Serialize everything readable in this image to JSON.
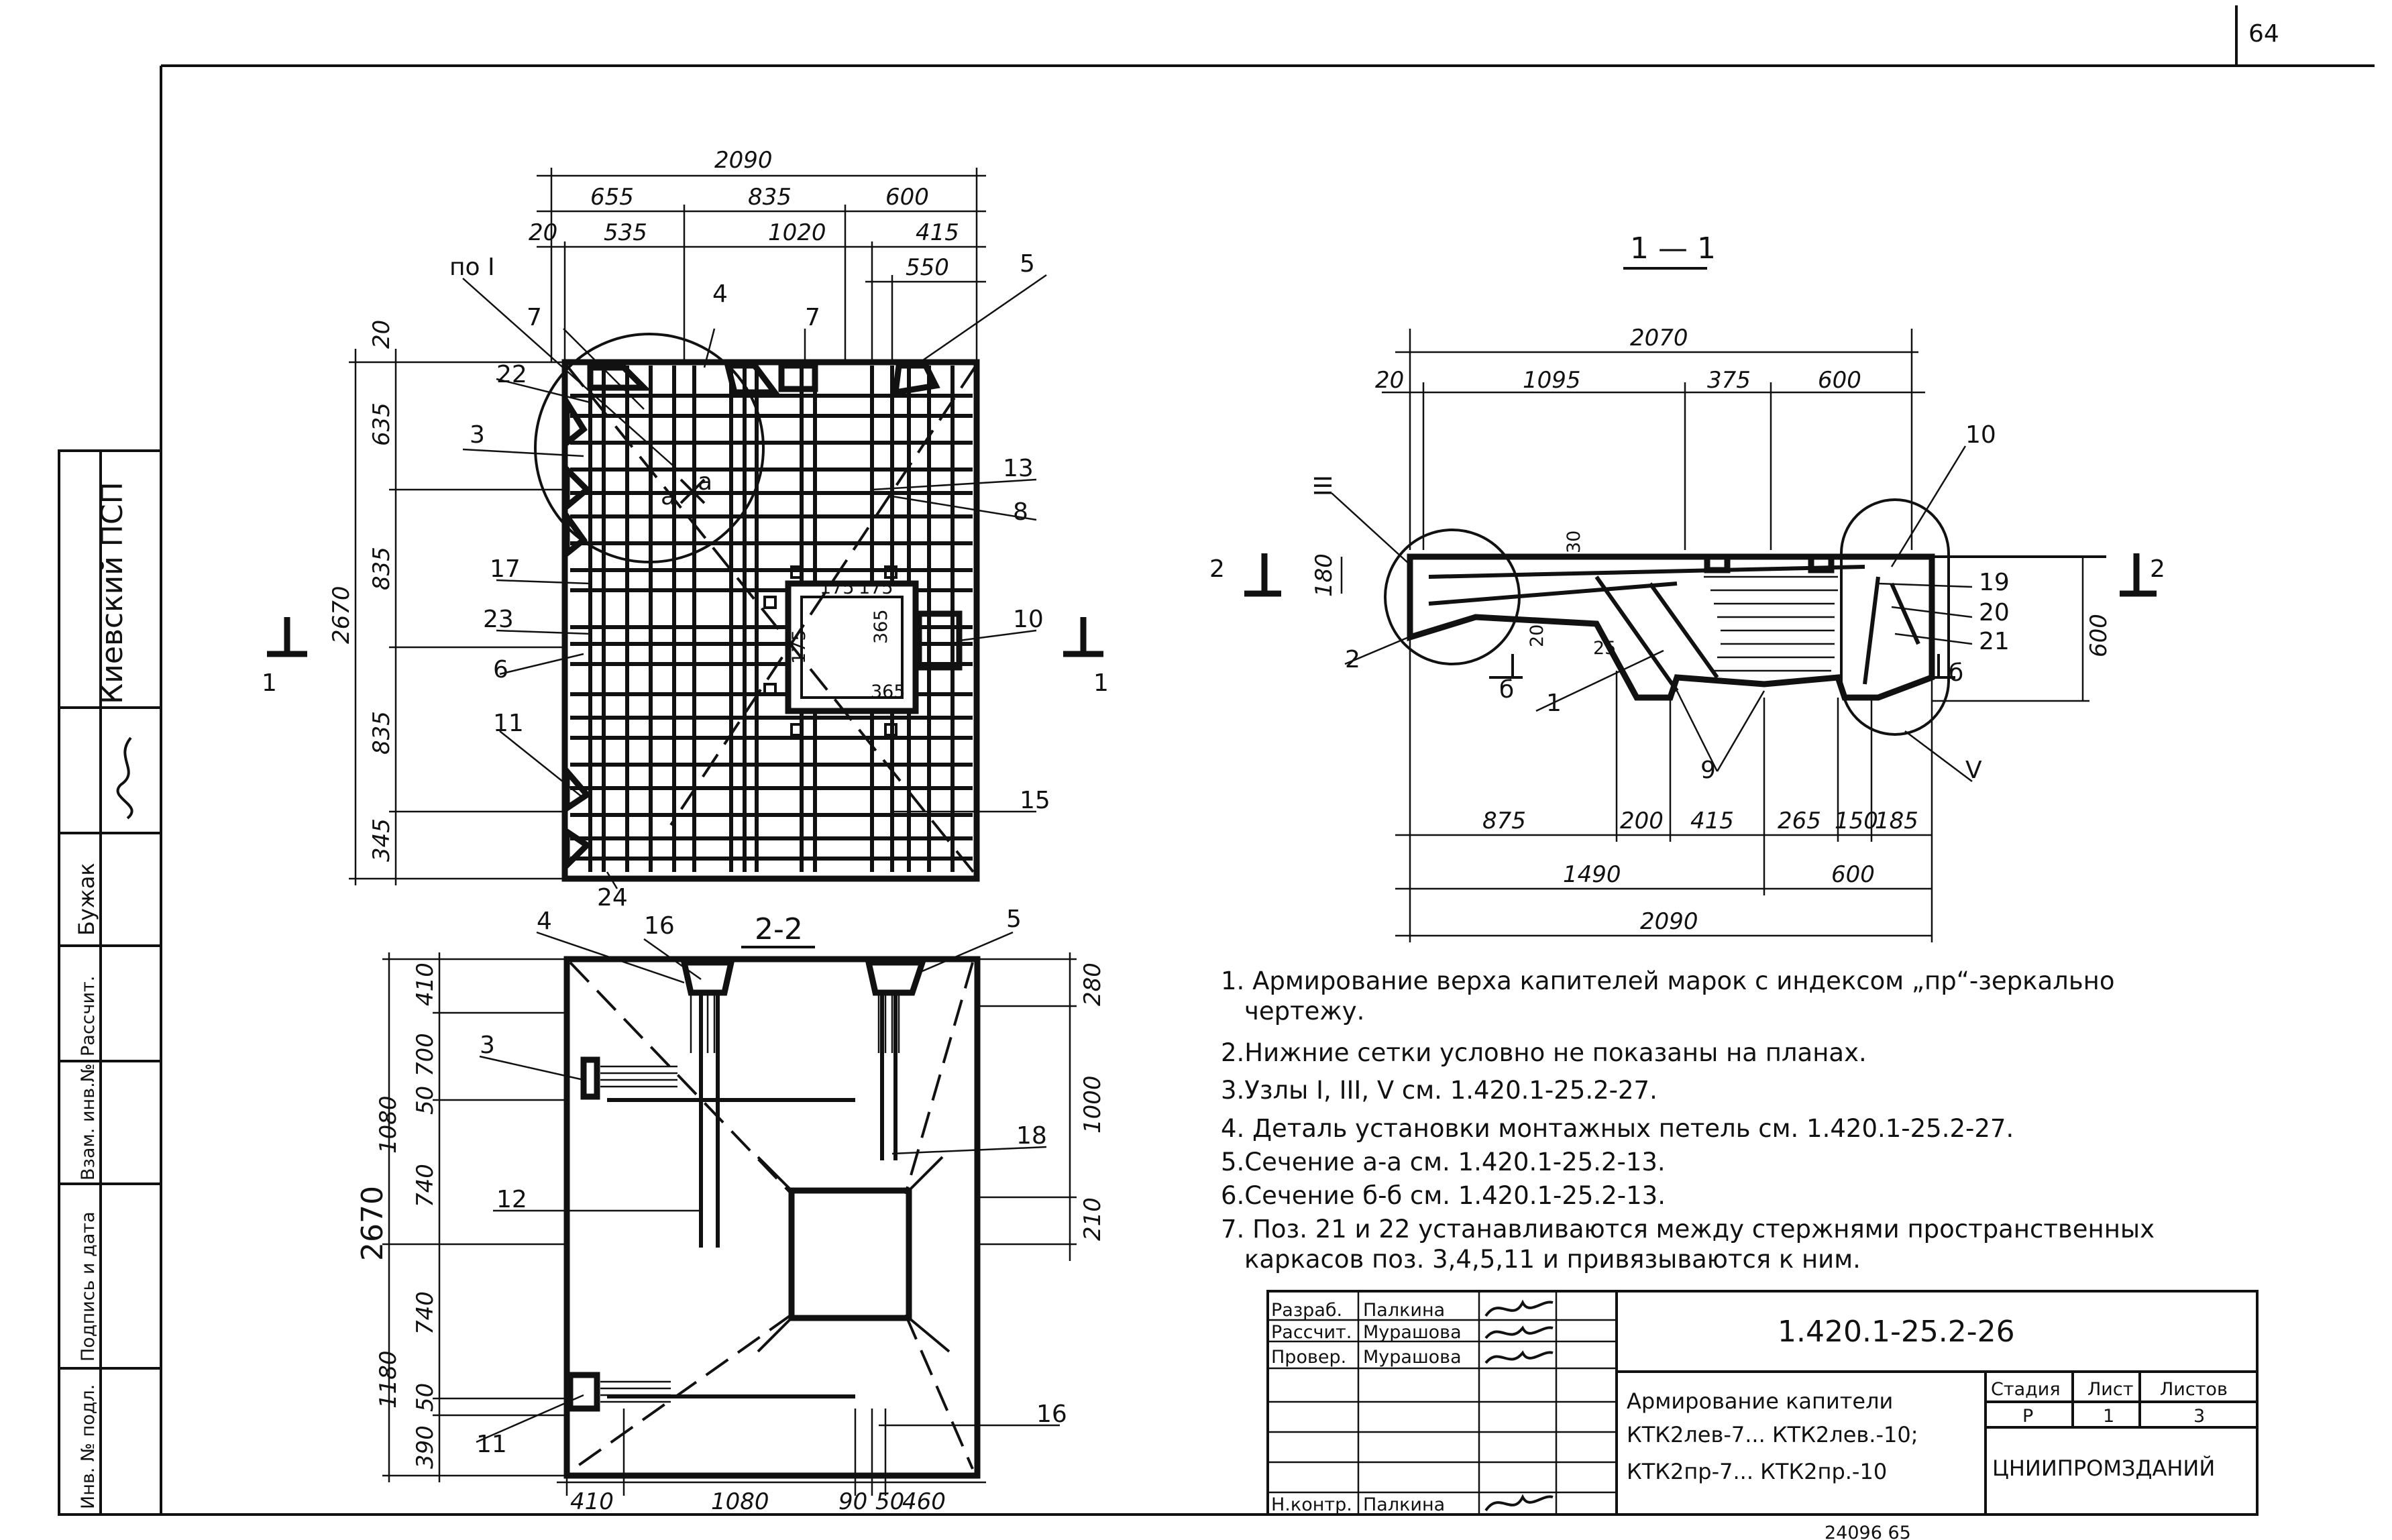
{
  "sheet": {
    "page_number": "64",
    "bottom_cut_text": "24096 65",
    "organization_side": "Киевский ПСП",
    "side_signer": "Бужак",
    "side_stamp_rows": [
      "Рассчит.",
      "Инв. № подл.",
      "Подпись и дата",
      "Взам. инв.№"
    ]
  },
  "plan": {
    "top_total": "2090",
    "top_dims_1": [
      "655",
      "835",
      "600"
    ],
    "top_dims_2": [
      "20",
      "535",
      "1020",
      "415"
    ],
    "top_dim_550": "550",
    "left_total": "2670",
    "left_dims": [
      "20",
      "635",
      "835",
      "835",
      "345"
    ],
    "section_mark": "1",
    "node_label": "по I",
    "inner_dims": [
      "175",
      "175",
      "175",
      "365",
      "365"
    ],
    "section_letters": "а",
    "positions": [
      "22",
      "7",
      "4",
      "7",
      "5",
      "3",
      "13",
      "8",
      "17",
      "23",
      "6",
      "10",
      "11",
      "15",
      "24"
    ]
  },
  "section_1_1": {
    "title": "1 — 1",
    "top_total": "2070",
    "top_dims": [
      "20",
      "1095",
      "375",
      "600"
    ],
    "height_dims": [
      "180",
      "600"
    ],
    "inner_dims": [
      "30",
      "20",
      "25"
    ],
    "bottom_dims_1": [
      "875",
      "200",
      "415",
      "265",
      "150",
      "185"
    ],
    "bottom_dims_2": [
      "1490",
      "600"
    ],
    "bottom_total": "2090",
    "section_mark": "2",
    "nodes": [
      "III",
      "V"
    ],
    "cut_letter": "б",
    "positions": [
      "10",
      "2",
      "1",
      "9",
      "19",
      "20",
      "21"
    ]
  },
  "section_2_2": {
    "title": "2-2",
    "left_total": "2670",
    "left_dims": [
      "410",
      "700",
      "50",
      "1080",
      "740",
      "740",
      "1180",
      "50",
      "390"
    ],
    "right_dims": [
      "280",
      "1000",
      "210"
    ],
    "bottom_dims": [
      "410",
      "1080",
      "90",
      "50",
      "460"
    ],
    "positions": [
      "4",
      "16",
      "5",
      "3",
      "18",
      "12",
      "11",
      "16"
    ]
  },
  "notes": [
    "1. Армирование верха капителей марок с индексом „пр“-зеркально",
    "чертежу.",
    "2.Нижние сетки условно не показаны на планах.",
    "3.Узлы I, III, V см. 1.420.1-25.2-27.",
    "4. Деталь установки монтажных петель см. 1.420.1-25.2-27.",
    "5.Сечение а-а см. 1.420.1-25.2-13.",
    "6.Сечение б-б см. 1.420.1-25.2-13.",
    "7. Поз. 21 и 22 устанавливаются между стержнями пространственных",
    "каркасов поз. 3,4,5,11 и привязываются к ним."
  ],
  "title_block": {
    "doc_code": "1.420.1-25.2-26",
    "rows": [
      {
        "role": "Разраб.",
        "name": "Палкина"
      },
      {
        "role": "Рассчит.",
        "name": "Мурашова"
      },
      {
        "role": "Провер.",
        "name": "Мурашова"
      },
      {
        "role": "Н.контр.",
        "name": "Палкина"
      }
    ],
    "title_lines": [
      "Армирование капители",
      "КТК2лев-7... КТК2лев.-10;",
      "КТК2пр-7... КТК2пр.-10"
    ],
    "headers": [
      "Стадия",
      "Лист",
      "Листов"
    ],
    "values": [
      "Р",
      "1",
      "3"
    ],
    "org": "ЦНИИПРОМЗДАНИЙ"
  }
}
